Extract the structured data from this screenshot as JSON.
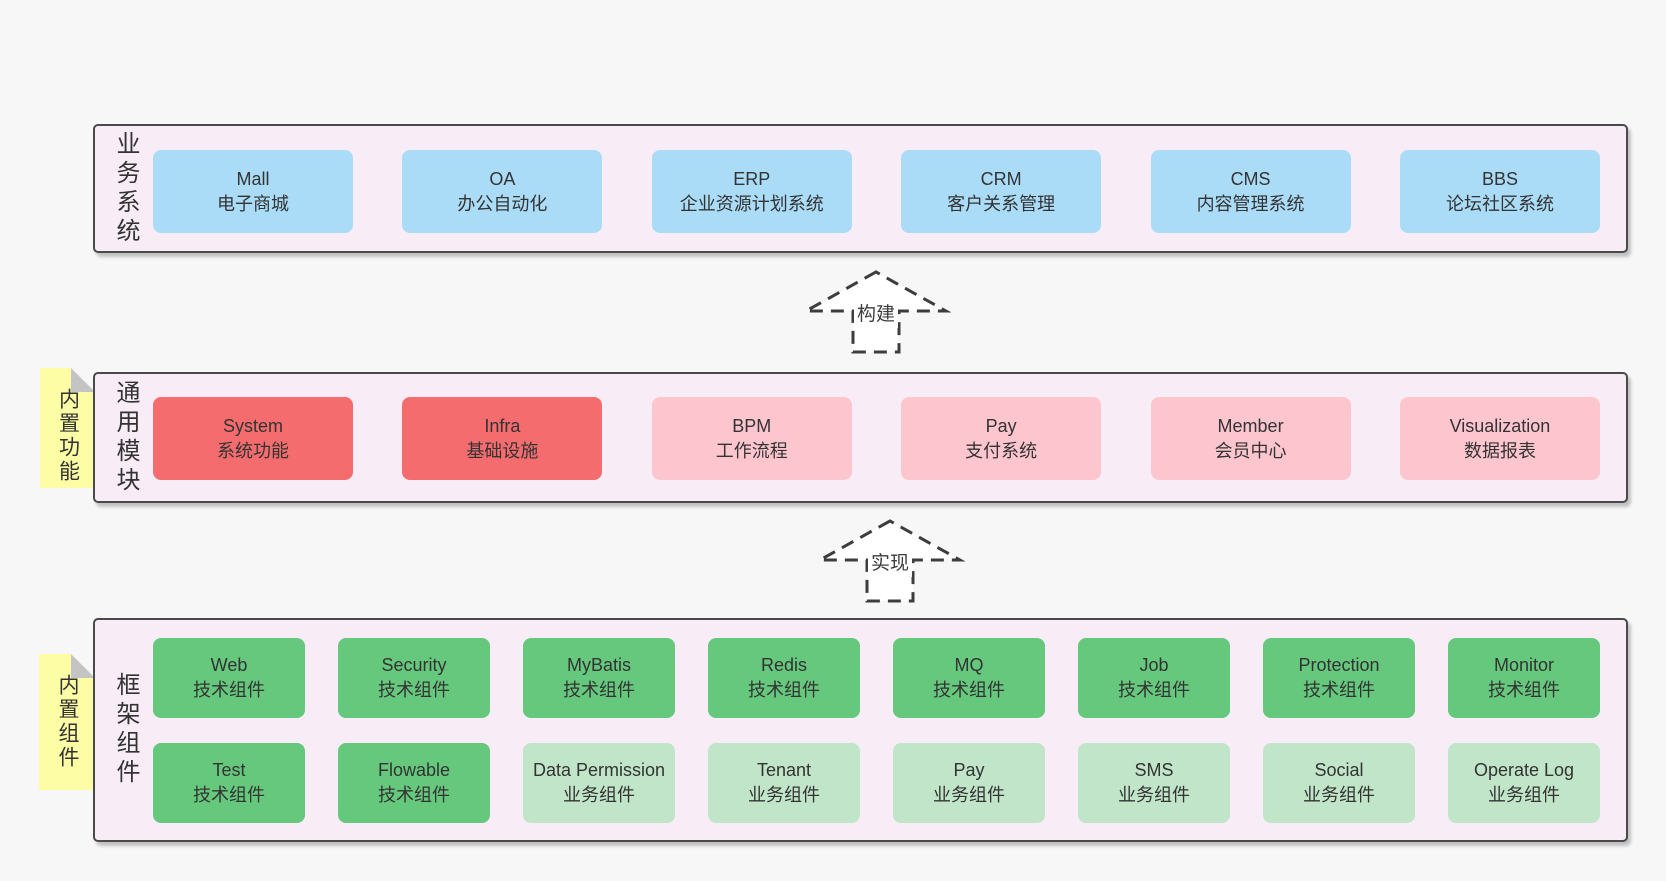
{
  "colors": {
    "page_bg": "#f7f7f7",
    "container_bg": "#f8edf7",
    "container_border": "#4a4a4a",
    "blue_box": "#aadcf7",
    "red_box": "#f56c6e",
    "pink_box": "#fdc6cf",
    "green_dark_box": "#65c87d",
    "green_light_box": "#c1e5c8",
    "sticky_yellow": "#fcfda5",
    "sticky_fold": "#c4c4c4",
    "text": "#333333"
  },
  "arrows": [
    {
      "label": "构建"
    },
    {
      "label": "实现"
    }
  ],
  "layers": {
    "business": {
      "label": "业务系统",
      "boxes": [
        {
          "en": "Mall",
          "zh": "电子商城"
        },
        {
          "en": "OA",
          "zh": "办公自动化"
        },
        {
          "en": "ERP",
          "zh": "企业资源计划系统"
        },
        {
          "en": "CRM",
          "zh": "客户关系管理"
        },
        {
          "en": "CMS",
          "zh": "内容管理系统"
        },
        {
          "en": "BBS",
          "zh": "论坛社区系统"
        }
      ]
    },
    "modules": {
      "label": "通用模块",
      "sticky": "内置功能",
      "boxes": [
        {
          "en": "System",
          "zh": "系统功能"
        },
        {
          "en": "Infra",
          "zh": "基础设施"
        },
        {
          "en": "BPM",
          "zh": "工作流程"
        },
        {
          "en": "Pay",
          "zh": "支付系统"
        },
        {
          "en": "Member",
          "zh": "会员中心"
        },
        {
          "en": "Visualization",
          "zh": "数据报表"
        }
      ]
    },
    "components": {
      "label": "框架组件",
      "sticky": "内置组件",
      "row1": [
        {
          "en": "Web",
          "zh": "技术组件"
        },
        {
          "en": "Security",
          "zh": "技术组件"
        },
        {
          "en": "MyBatis",
          "zh": "技术组件"
        },
        {
          "en": "Redis",
          "zh": "技术组件"
        },
        {
          "en": "MQ",
          "zh": "技术组件"
        },
        {
          "en": "Job",
          "zh": "技术组件"
        },
        {
          "en": "Protection",
          "zh": "技术组件"
        },
        {
          "en": "Monitor",
          "zh": "技术组件"
        }
      ],
      "row2": [
        {
          "en": "Test",
          "zh": "技术组件"
        },
        {
          "en": "Flowable",
          "zh": "技术组件"
        },
        {
          "en": "Data Permission",
          "zh": "业务组件"
        },
        {
          "en": "Tenant",
          "zh": "业务组件"
        },
        {
          "en": "Pay",
          "zh": "业务组件"
        },
        {
          "en": "SMS",
          "zh": "业务组件"
        },
        {
          "en": "Social",
          "zh": "业务组件"
        },
        {
          "en": "Operate Log",
          "zh": "业务组件"
        }
      ]
    }
  }
}
